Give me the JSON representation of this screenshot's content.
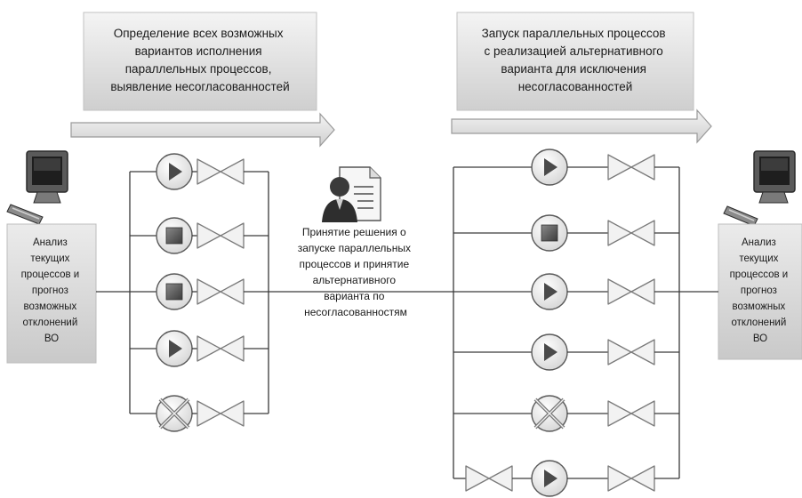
{
  "left_banner": {
    "lines": [
      "Определение всех возможных",
      "вариантов исполнения",
      "параллельных процессов,",
      "выявление несогласованностей"
    ]
  },
  "right_banner": {
    "lines": [
      "Запуск параллельных процессов",
      "с реализацией альтернативного",
      "варианта для исключения",
      "несогласованностей"
    ]
  },
  "left_box": {
    "lines": [
      "Анализ",
      "текущих",
      "процессов и",
      "прогноз",
      "возможных",
      "отклонений",
      "ВО"
    ]
  },
  "right_box": {
    "lines": [
      "Анализ",
      "текущих",
      "процессов и",
      "прогноз",
      "возможных",
      "отклонений",
      "ВО"
    ]
  },
  "decision": {
    "lines": [
      "Принятие решения о",
      "запуске параллельных",
      "процессов и принятие",
      "альтернативного",
      "варианта по",
      "несогласованностям"
    ]
  },
  "left_branches": [
    "play",
    "stop",
    "stop",
    "play",
    "cancel"
  ],
  "right_branches": [
    "play",
    "stop",
    "play",
    "play",
    "cancel",
    "play"
  ],
  "colors": {
    "line": "#3a3a3a",
    "banner_fill": "#e4e4e4",
    "box_fill": "#d9d9d9",
    "valve_fill": "#f2f2f2",
    "play": "#4a4a4a",
    "stop": "#6a6a6a"
  }
}
